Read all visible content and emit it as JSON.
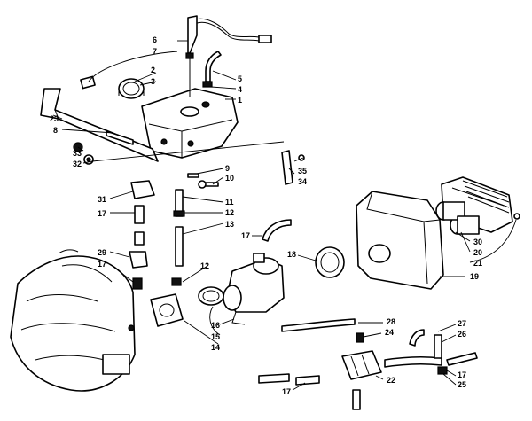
{
  "callouts": [
    {
      "id": "c1",
      "text": "1"
    },
    {
      "id": "c2",
      "text": "2"
    },
    {
      "id": "c3",
      "text": "3"
    },
    {
      "id": "c4",
      "text": "4"
    },
    {
      "id": "c5",
      "text": "5"
    },
    {
      "id": "c6",
      "text": "6"
    },
    {
      "id": "c7",
      "text": "7"
    },
    {
      "id": "c8",
      "text": "8"
    },
    {
      "id": "c9",
      "text": "9"
    },
    {
      "id": "c10",
      "text": "10"
    },
    {
      "id": "c11",
      "text": "11"
    },
    {
      "id": "c12a",
      "text": "12"
    },
    {
      "id": "c12b",
      "text": "12"
    },
    {
      "id": "c13",
      "text": "13"
    },
    {
      "id": "c14",
      "text": "14"
    },
    {
      "id": "c15",
      "text": "15"
    },
    {
      "id": "c16",
      "text": "16"
    },
    {
      "id": "c17a",
      "text": "17"
    },
    {
      "id": "c17b",
      "text": "17"
    },
    {
      "id": "c17c",
      "text": "17"
    },
    {
      "id": "c17d",
      "text": "17"
    },
    {
      "id": "c17e",
      "text": "17"
    },
    {
      "id": "c18",
      "text": "18"
    },
    {
      "id": "c19",
      "text": "19"
    },
    {
      "id": "c20",
      "text": "20"
    },
    {
      "id": "c21",
      "text": "21"
    },
    {
      "id": "c22",
      "text": "22"
    },
    {
      "id": "c23",
      "text": "23"
    },
    {
      "id": "c24",
      "text": "24"
    },
    {
      "id": "c25",
      "text": "25"
    },
    {
      "id": "c26",
      "text": "26"
    },
    {
      "id": "c27",
      "text": "27"
    },
    {
      "id": "c28",
      "text": "28"
    },
    {
      "id": "c29",
      "text": "29"
    },
    {
      "id": "c30",
      "text": "30"
    },
    {
      "id": "c31",
      "text": "31"
    },
    {
      "id": "c32",
      "text": "32"
    },
    {
      "id": "c33",
      "text": "33"
    },
    {
      "id": "c34",
      "text": "34"
    },
    {
      "id": "c35",
      "text": "35"
    }
  ]
}
